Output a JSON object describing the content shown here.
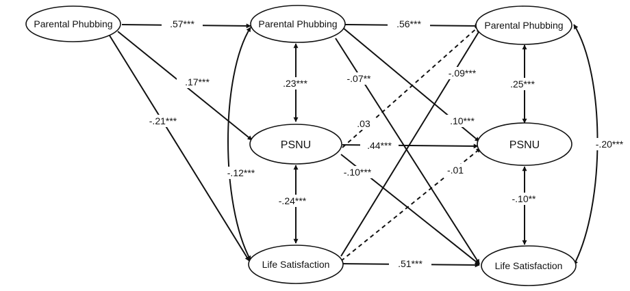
{
  "nodes": {
    "t1_pp": "Parental Phubbing",
    "t2_pp": "Parental Phubbing",
    "t3_pp": "Parental Phubbing",
    "t2_psnu": "PSNU",
    "t3_psnu": "PSNU",
    "t2_ls": "Life Satisfaction",
    "t3_ls": "Life Satisfaction"
  },
  "coefficients": {
    "pp1_pp2": ".57***",
    "pp1_psnu2": ".17***",
    "pp1_ls2": "-.21***",
    "pp2_psnu2": ".23***",
    "psnu2_ls2": "-.24***",
    "ls2_pp2": "-.12***",
    "pp2_pp3": ".56***",
    "pp2_ls3": "-.07**",
    "pp2_psnu3": ".10***",
    "ls2_pp3": "-.09***",
    "psnu2_pp3": ".03",
    "psnu2_psnu3": ".44***",
    "psnu2_ls3": "-.10***",
    "ls2_psnu3": "-.01",
    "ls2_ls3": ".51***",
    "pp3_psnu3": ".25***",
    "psnu3_ls3": "-.10**",
    "ls3_pp3": "-.20***"
  },
  "colors": {
    "stroke": "#111111",
    "background": "#ffffff"
  }
}
